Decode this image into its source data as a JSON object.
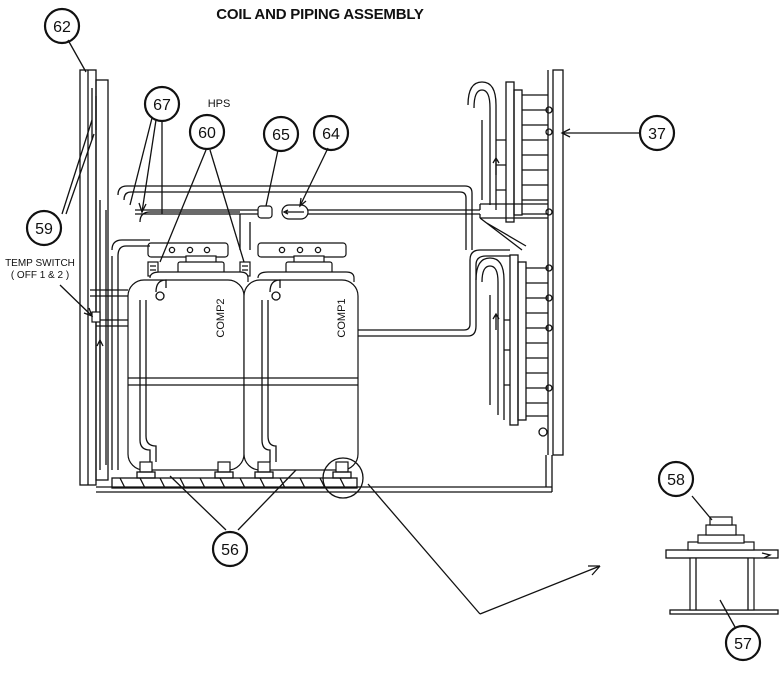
{
  "title": "COIL AND PIPING ASSEMBLY",
  "callouts": {
    "c62": "62",
    "c67": "67",
    "c60": "60",
    "c65": "65",
    "c64": "64",
    "c37": "37",
    "c59": "59",
    "c56": "56",
    "c58": "58",
    "c57": "57"
  },
  "labels": {
    "hps": "HPS",
    "temp_switch": "TEMP SWITCH",
    "temp_switch_note": "( OFF 1 & 2 )",
    "comp1": "COMP1",
    "comp2": "COMP2"
  }
}
